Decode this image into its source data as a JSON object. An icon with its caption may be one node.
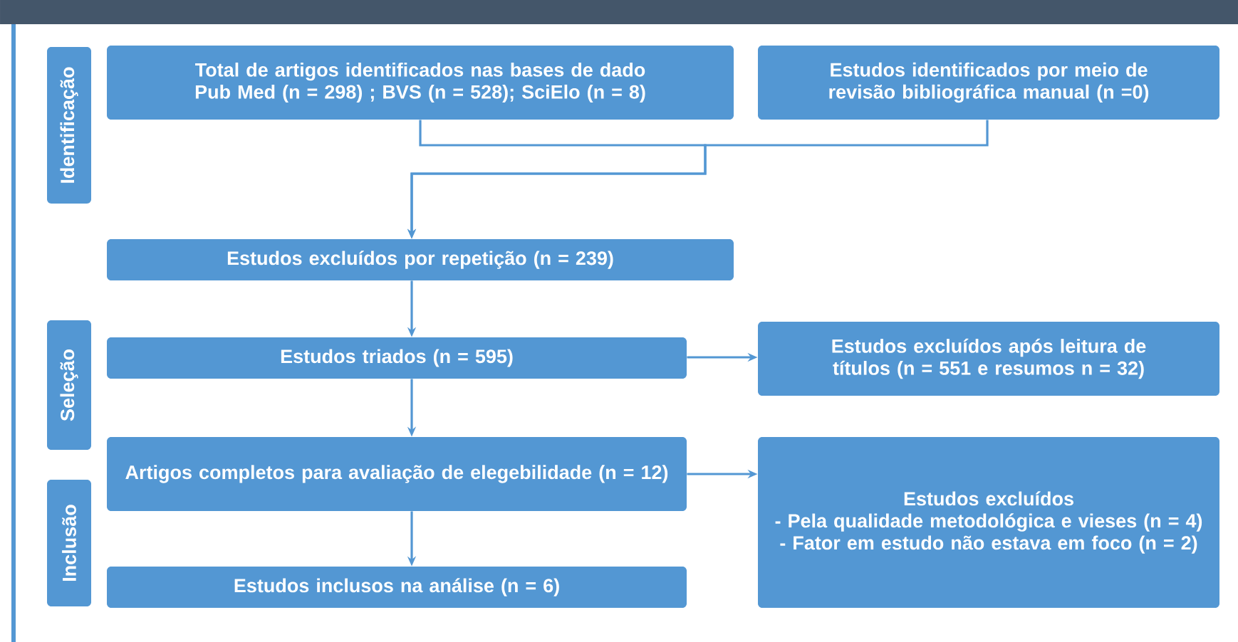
{
  "diagram": {
    "nodes": [
      {
        "text": [
          "Identificação"
        ]
      },
      {
        "text": [
          "Total de artigos identificados nas bases de dado Pub Med (n = 298) ; BVS (n = 528); SciElo (n = 8)"
        ]
      },
      {
        "text": [
          "Estudos identificados por meio de revisão bibliográfica manual (n =0)"
        ]
      },
      {
        "text": [
          "Estudos excluídos por repetição (n = 239)"
        ]
      },
      {
        "text": [
          "Seleção"
        ]
      },
      {
        "text": [
          "Estudos triados (n = 595)"
        ]
      },
      {
        "text": [
          "Estudos excluídos após leitura de títulos (n = 551 e resumos n = 32)"
        ]
      },
      {
        "text": [
          "Inclusão"
        ]
      },
      {
        "text": [
          "Artigos completos para avaliação de elegebilidade (n = 12)"
        ]
      },
      {
        "text": [
          "Estudos excluídos",
          "- Pela qualidade metodológica e vieses (n = 4)",
          "- Fator em estudo não estava em foco (n = 2)"
        ]
      },
      {
        "text": [
          "Estudos inclusos na análise (n = 6)"
        ]
      }
    ],
    "edges": [
      {
        "from": 1,
        "to": 3,
        "arrow": "to"
      },
      {
        "from": 2,
        "to": 3,
        "arrow": "to"
      },
      {
        "from": 3,
        "to": 5,
        "arrow": "to"
      },
      {
        "from": 5,
        "to": 6,
        "arrow": "to"
      },
      {
        "from": 5,
        "to": 8,
        "arrow": "to"
      },
      {
        "from": 8,
        "to": 9,
        "arrow": "to"
      },
      {
        "from": 8,
        "to": 10,
        "arrow": "to"
      }
    ]
  }
}
